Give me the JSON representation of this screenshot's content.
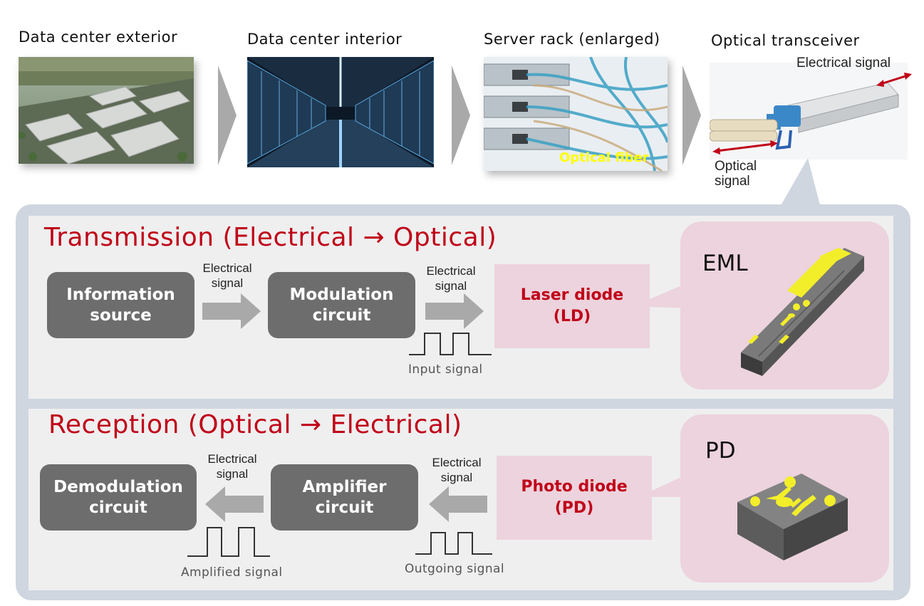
{
  "top": {
    "exterior_caption": "Data center exterior",
    "interior_caption": "Data center interior",
    "rack_caption": "Server rack (enlarged)",
    "rack_overlay": "Optical fiber",
    "transceiver_caption": "Optical transceiver",
    "transceiver_electrical": "Electrical signal",
    "transceiver_optical_1": "Optical",
    "transceiver_optical_2": "signal"
  },
  "transmission": {
    "title": "Transmission (Electrical → Optical)",
    "box1": [
      "Information",
      "source"
    ],
    "arrow1": [
      "Electrical",
      "signal"
    ],
    "box2": [
      "Modulation",
      "circuit"
    ],
    "arrow2": [
      "Electrical",
      "signal"
    ],
    "signal_label": "Input signal",
    "device": [
      "Laser diode",
      "(LD)"
    ],
    "chip_label": "EML"
  },
  "reception": {
    "title": "Reception (Optical → Electrical)",
    "box1": [
      "Demodulation",
      "circuit"
    ],
    "arrow1": [
      "Electrical",
      "signal"
    ],
    "box2": [
      "Amplifier",
      "circuit"
    ],
    "arrow2": [
      "Electrical",
      "signal"
    ],
    "signal_label_left": "Amplified signal",
    "signal_label_right": "Outgoing signal",
    "device": [
      "Photo diode",
      "(PD)"
    ],
    "chip_label": "PD"
  },
  "colors": {
    "accent_red": "#c00018",
    "box_gray": "#6d6d6d",
    "pink": "#ecd3dd",
    "pad_yellow": "#f2ee2a"
  }
}
